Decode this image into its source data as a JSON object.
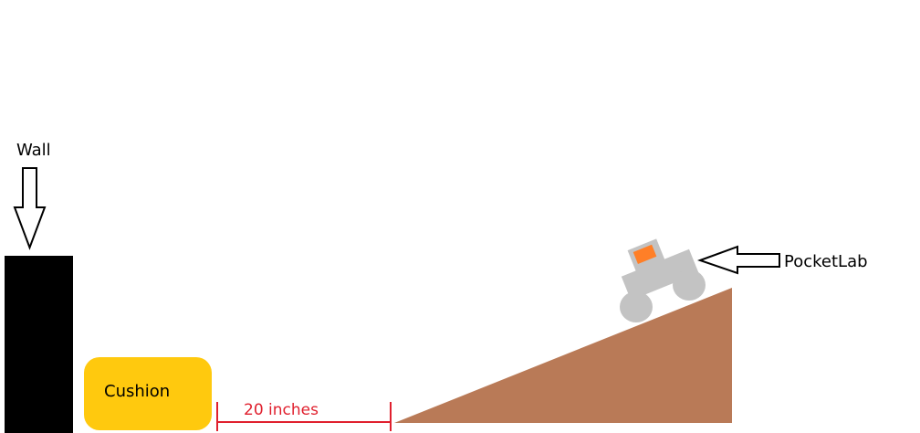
{
  "labels": {
    "wall": "Wall",
    "cushion": "Cushion",
    "pocketlab": "PocketLab",
    "distance": "20 inches"
  },
  "colors": {
    "wall": "#000000",
    "cushion": "#ffc90e",
    "ramp": "#b97a57",
    "cart_body": "#c3c3c3",
    "sensor": "#ff7f27",
    "measure": "#e0202e",
    "arrow_fill": "#ffffff",
    "arrow_stroke": "#000000"
  },
  "icons": {
    "wall_pointer": "arrow-down-icon",
    "pocketlab_pointer": "arrow-left-icon"
  }
}
